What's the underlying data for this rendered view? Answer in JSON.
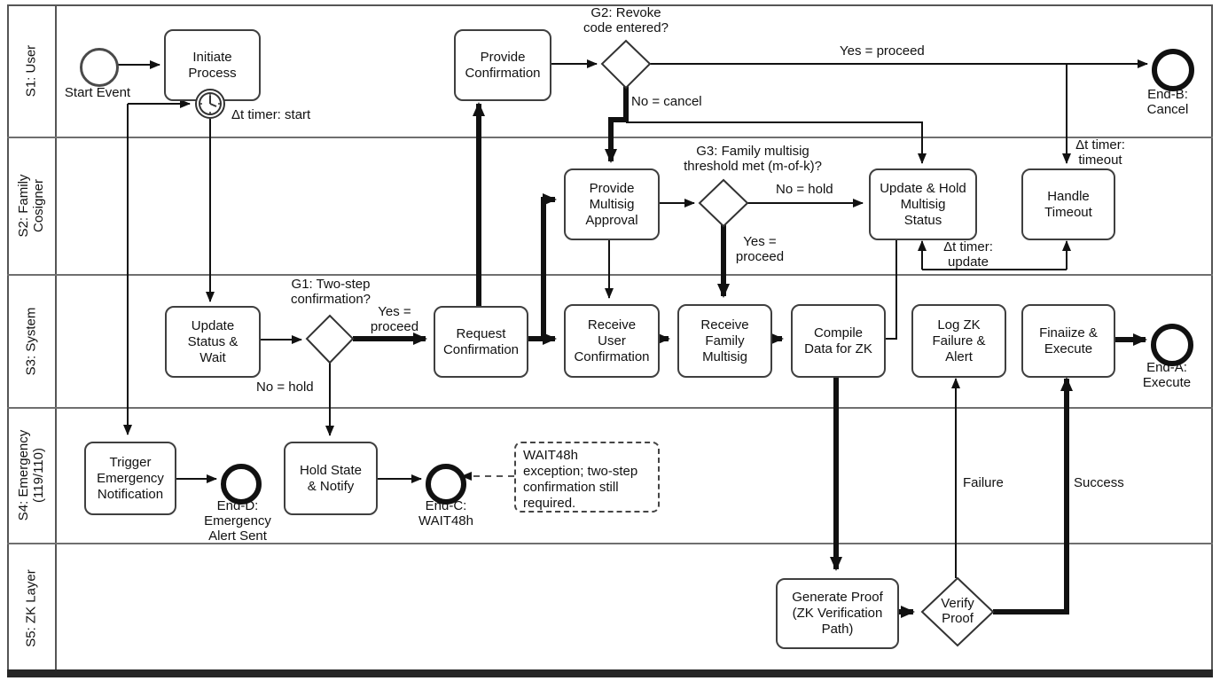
{
  "diagram_type": "BPMN swimlane flowchart",
  "colors": {
    "ink": "#111111",
    "box_border": "#3f3f3f",
    "lane_border": "#6f6f6f",
    "background": "#ffffff"
  },
  "lanes": {
    "s1": "S1: User",
    "s2": "S2: Family\nCosigner",
    "s3": "S3: System",
    "s4": "S4: Emergency\n(119/110)",
    "s5": "S5: ZK Layer"
  },
  "nodes": {
    "initiate_process": "Initiate\nProcess",
    "provide_confirmation": "Provide\nConfirmation",
    "provide_multisig_approval": "Provide\nMultisig\nApproval",
    "update_hold_multisig": "Update & Hold\nMultisig\nStatus",
    "handle_timeout": "Handle\nTimeout",
    "update_status_wait": "Update\nStatus &\nWait",
    "request_confirmation": "Request\nConfirmation",
    "receive_user_confirmation": "Receive\nUser\nConfirmation",
    "receive_family_multisig": "Receive\nFamily\nMultisig",
    "compile_data_zk": "Compile\nData for ZK",
    "log_zk_failure": "Log ZK\nFailure &\nAlert",
    "finalize_execute": "Finaiize &\nExecute",
    "trigger_emergency": "Trigger\nEmergency\nNotification",
    "hold_state_notify": "Hold State\n& Notify",
    "generate_proof": "Generate Proof\n(ZK Verification\nPath)",
    "verify_proof": "Verify\nProof"
  },
  "events": {
    "start_event": "Start Event",
    "end_a": "End-A:\nExecute",
    "end_b": "End-B:\nCancel",
    "end_c": "End-C:\nWAIT48h",
    "end_d": "End-D:\nEmergency\nAlert Sent"
  },
  "gateways": {
    "g1": "G1: Two-step\nconfirmation?",
    "g2": "G2: Revoke\ncode entered?",
    "g3": "G3: Family multisig\nthreshold met (m-of-k)?"
  },
  "edge_labels": {
    "g2_yes": "Yes = proceed",
    "g2_no": "No = cancel",
    "g3_no": "No = hold",
    "g3_yes": "Yes =\nproceed",
    "g1_yes": "Yes =\nproceed",
    "g1_no": "No = hold",
    "timer_start": "Δt timer: start",
    "timer_timeout": "Δt timer:\ntimeout",
    "timer_update": "Δt timer:\nupdate",
    "failure": "Failure",
    "success": "Success"
  },
  "annotation": "WAIT48h\nexception; two-step\nconfirmation still\nrequired."
}
